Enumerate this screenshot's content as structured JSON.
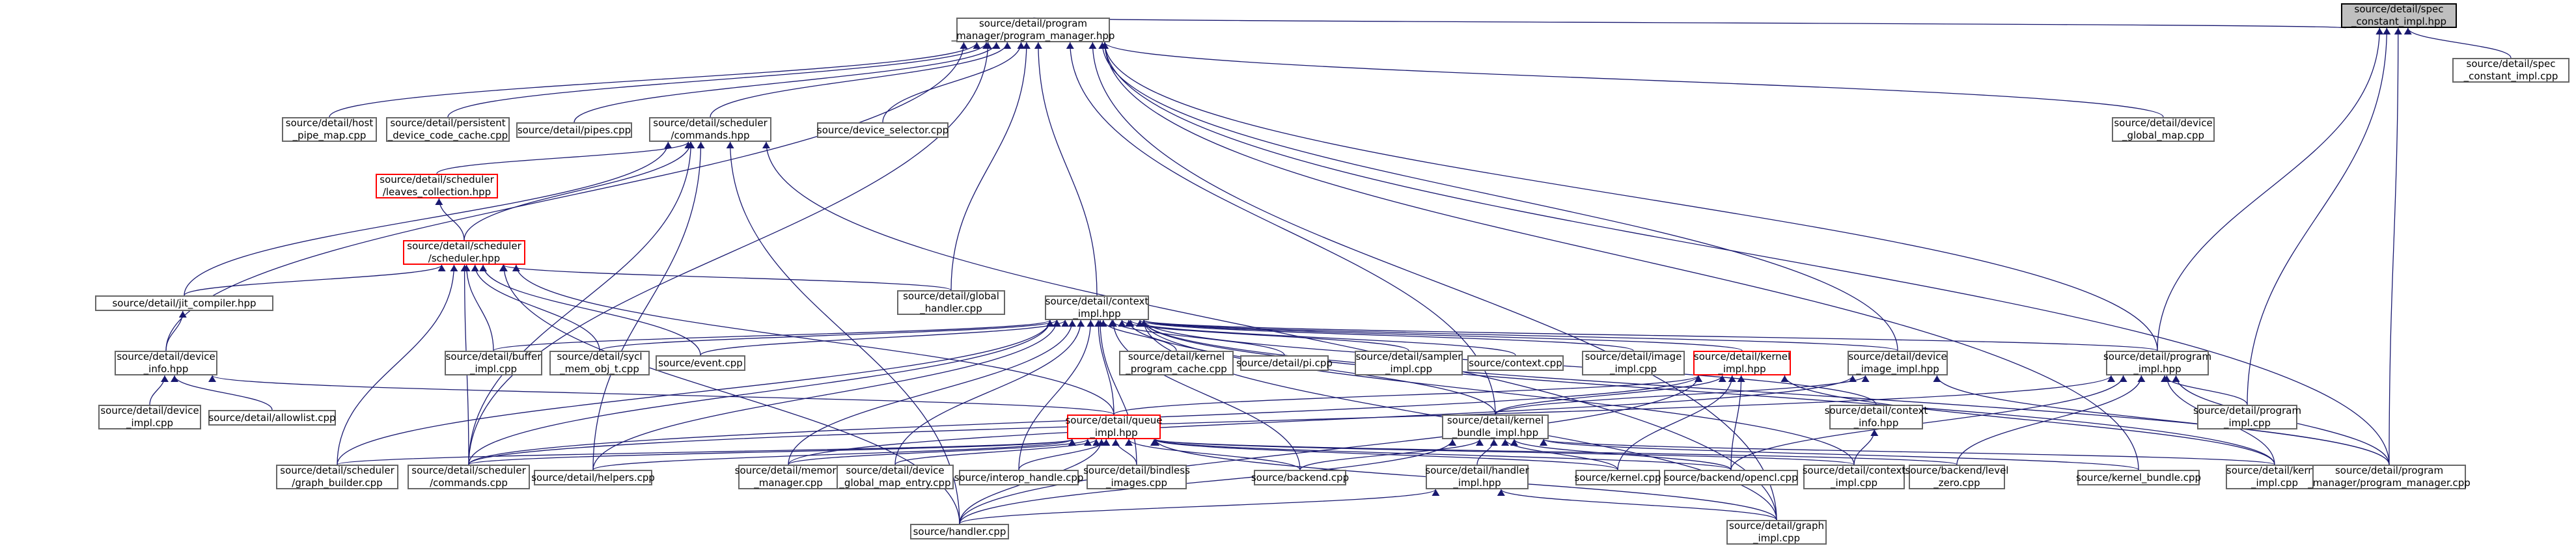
{
  "colors": {
    "edge": "#191970",
    "border": "#666666",
    "focus_fill": "#bfbfbf",
    "truncated_border": "#ff0000",
    "background": "#ffffff"
  },
  "nodes": {
    "spec": {
      "label": "source/detail/spec\n_constant_impl.hpp",
      "style": "focus"
    },
    "spec_cpp": {
      "label": "source/detail/spec\n_constant_impl.cpp"
    },
    "pm": {
      "label": "source/detail/program\n_manager/program_manager.hpp"
    },
    "hostpipe": {
      "label": "source/detail/host\n_pipe_map.cpp"
    },
    "persist": {
      "label": "source/detail/persistent\n_device_code_cache.cpp"
    },
    "pipes": {
      "label": "source/detail/pipes.cpp"
    },
    "commands_hpp": {
      "label": "source/detail/scheduler\n/commands.hpp"
    },
    "devsel": {
      "label": "source/device_selector.cpp"
    },
    "dgmap": {
      "label": "source/detail/device\n_global_map.cpp"
    },
    "leaves": {
      "label": "source/detail/scheduler\n/leaves_collection.hpp",
      "style": "red"
    },
    "sched": {
      "label": "source/detail/scheduler\n/scheduler.hpp",
      "style": "red"
    },
    "jit": {
      "label": "source/detail/jit_compiler.hpp"
    },
    "globhandler": {
      "label": "source/detail/global\n_handler.cpp"
    },
    "ctx": {
      "label": "source/detail/context\n_impl.hpp"
    },
    "devinfo": {
      "label": "source/detail/device\n_info.hpp"
    },
    "buffer": {
      "label": "source/detail/buffer\n_impl.cpp"
    },
    "sycl_mem": {
      "label": "source/detail/sycl\n_mem_obj_t.cpp"
    },
    "event": {
      "label": "source/event.cpp"
    },
    "kpc": {
      "label": "source/detail/kernel\n_program_cache.cpp"
    },
    "pi": {
      "label": "source/detail/pi.cpp"
    },
    "sampler": {
      "label": "source/detail/sampler\n_impl.cpp"
    },
    "context_cpp": {
      "label": "source/context.cpp"
    },
    "image": {
      "label": "source/detail/image\n_impl.cpp"
    },
    "kernel_hpp": {
      "label": "source/detail/kernel\n_impl.hpp",
      "style": "red"
    },
    "devimg": {
      "label": "source/detail/device\n_image_impl.hpp"
    },
    "prog_impl": {
      "label": "source/detail/program\n_impl.hpp"
    },
    "devimpl_cpp": {
      "label": "source/detail/device\n_impl.cpp"
    },
    "allowlist": {
      "label": "source/detail/allowlist.cpp"
    },
    "queue": {
      "label": "source/detail/queue\n_impl.hpp",
      "style": "red"
    },
    "kb_impl": {
      "label": "source/detail/kernel\n_bundle_impl.hpp"
    },
    "ctxinfo": {
      "label": "source/detail/context\n_info.hpp"
    },
    "prog_impl_cpp": {
      "label": "source/detail/program\n_impl.cpp"
    },
    "graph_builder": {
      "label": "source/detail/scheduler\n/graph_builder.cpp"
    },
    "commands_cpp": {
      "label": "source/detail/scheduler\n/commands.cpp"
    },
    "helpers": {
      "label": "source/detail/helpers.cpp"
    },
    "memmgr": {
      "label": "source/detail/memory\n_manager.cpp"
    },
    "dgme": {
      "label": "source/detail/device\n_global_map_entry.cpp"
    },
    "interop": {
      "label": "source/interop_handle.cpp"
    },
    "bindless": {
      "label": "source/detail/bindless\n_images.cpp"
    },
    "backend_cpp": {
      "label": "source/backend.cpp"
    },
    "handler_hpp": {
      "label": "source/detail/handler\n_impl.hpp"
    },
    "kernel_cpp": {
      "label": "source/kernel.cpp"
    },
    "opencl": {
      "label": "source/backend/opencl.cpp"
    },
    "ctximpl_cpp": {
      "label": "source/detail/context\n_impl.cpp"
    },
    "levelzero": {
      "label": "source/backend/level\n_zero.cpp"
    },
    "kb_cpp": {
      "label": "source/kernel_bundle.cpp"
    },
    "kimpl_cpp": {
      "label": "source/detail/kernel\n_impl.cpp"
    },
    "pm_cpp": {
      "label": "source/detail/program\n_manager/program_manager.cpp"
    },
    "handler_cpp": {
      "label": "source/handler.cpp"
    },
    "graph_cpp": {
      "label": "source/detail/graph\n_impl.cpp"
    }
  }
}
